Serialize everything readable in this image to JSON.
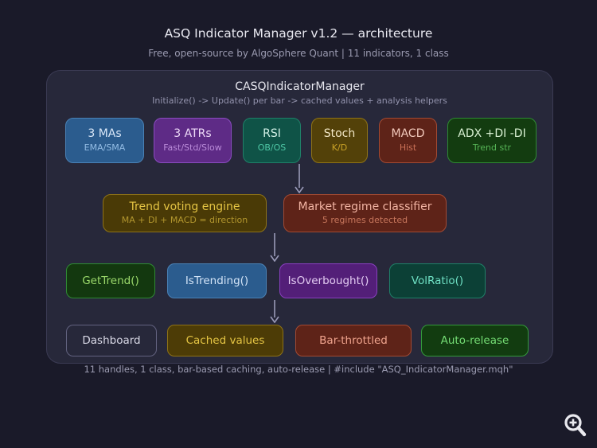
{
  "page": {
    "title": "ASQ Indicator Manager v1.2 — architecture",
    "subtitle": "Free, open-source by AlgoSphere Quant | 11 indicators, 1 class",
    "footer": "11 handles, 1 class, bar-based caching, auto-release | #include \"ASQ_IndicatorManager.mqh\""
  },
  "manager": {
    "title": "CASQIndicatorManager",
    "subtitle": "Initialize() -> Update() per bar -> cached values + analysis helpers"
  },
  "indicators": [
    {
      "title": "3 MAs",
      "subtitle": "EMA/SMA",
      "color": "#2b5c8e"
    },
    {
      "title": "3 ATRs",
      "subtitle": "Fast/Std/Slow",
      "color": "#5e2b86"
    },
    {
      "title": "RSI",
      "subtitle": "OB/OS",
      "color": "#0f5347"
    },
    {
      "title": "Stoch",
      "subtitle": "K/D",
      "color": "#534109"
    },
    {
      "title": "MACD",
      "subtitle": "Hist",
      "color": "#5e2318"
    },
    {
      "title": "ADX +DI -DI",
      "subtitle": "Trend str",
      "color": "#133c10"
    }
  ],
  "engines": [
    {
      "title": "Trend voting engine",
      "subtitle": "MA + DI + MACD = direction",
      "color": "#4a3a06"
    },
    {
      "title": "Market regime classifier",
      "subtitle": "5 regimes detected",
      "color": "#5e2318"
    }
  ],
  "helpers": [
    {
      "label": "GetTrend()",
      "color": "#13380f"
    },
    {
      "label": "IsTrending()",
      "color": "#2b5c8e"
    },
    {
      "label": "IsOverbought()",
      "color": "#531f78"
    },
    {
      "label": "VolRatio()",
      "color": "#0c4036"
    }
  ],
  "features": [
    {
      "label": "Dashboard",
      "color": "transparent"
    },
    {
      "label": "Cached values",
      "color": "#4d3c06"
    },
    {
      "label": "Bar-throttled",
      "color": "#5e2318"
    },
    {
      "label": "Auto-release",
      "color": "#123c10"
    }
  ],
  "icons": {
    "zoom_in": "magnifier-plus"
  },
  "colors": {
    "background": "#1a1a29",
    "panel": "#27283a",
    "arrow": "#9a9ab8",
    "muted_text": "#9b9bb1",
    "bright_text": "#e8e8f0"
  }
}
